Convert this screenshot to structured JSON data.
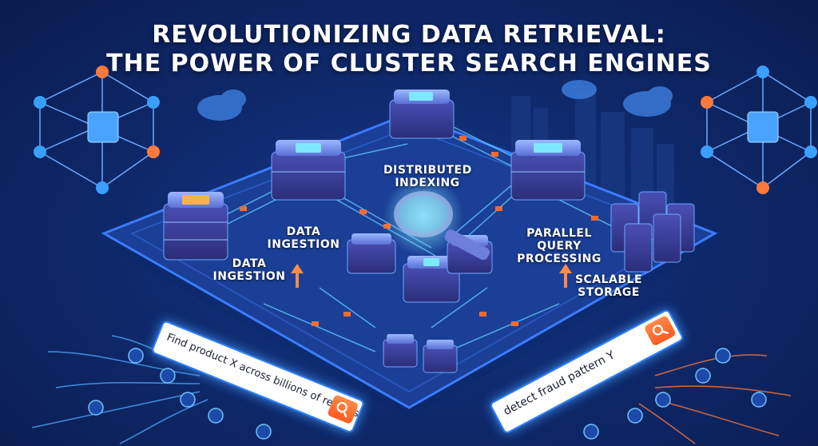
{
  "title": {
    "line1": "REVOLUTIONIZING DATA RETRIEVAL:",
    "line2": "THE POWER OF CLUSTER SEARCH ENGINES"
  },
  "labels": {
    "distributed_indexing_1": "DISTRIBUTED",
    "distributed_indexing_2": "INDEXING",
    "data_ingestion_upper_1": "DATA",
    "data_ingestion_upper_2": "INGESTION",
    "data_ingestion_lower_1": "DATA",
    "data_ingestion_lower_2": "INGESTION",
    "parallel_1": "PARALLEL",
    "parallel_2": "QUERY",
    "parallel_3": "PROCESSING",
    "scalable_1": "SCALABLE",
    "scalable_2": "STORAGE"
  },
  "search_bars": {
    "left_query": "Find product X across billions of records",
    "right_query": "detect fraud pattern Y"
  },
  "icons": {
    "magnifier": "search-icon",
    "cloud": "cloud-icon",
    "server": "server-icon",
    "network": "network-cube-icon"
  },
  "colors": {
    "background": "#0f2a6e",
    "accent_cyan": "#44d4ff",
    "accent_orange": "#ff6a2a",
    "platform": "#1b3f96"
  }
}
